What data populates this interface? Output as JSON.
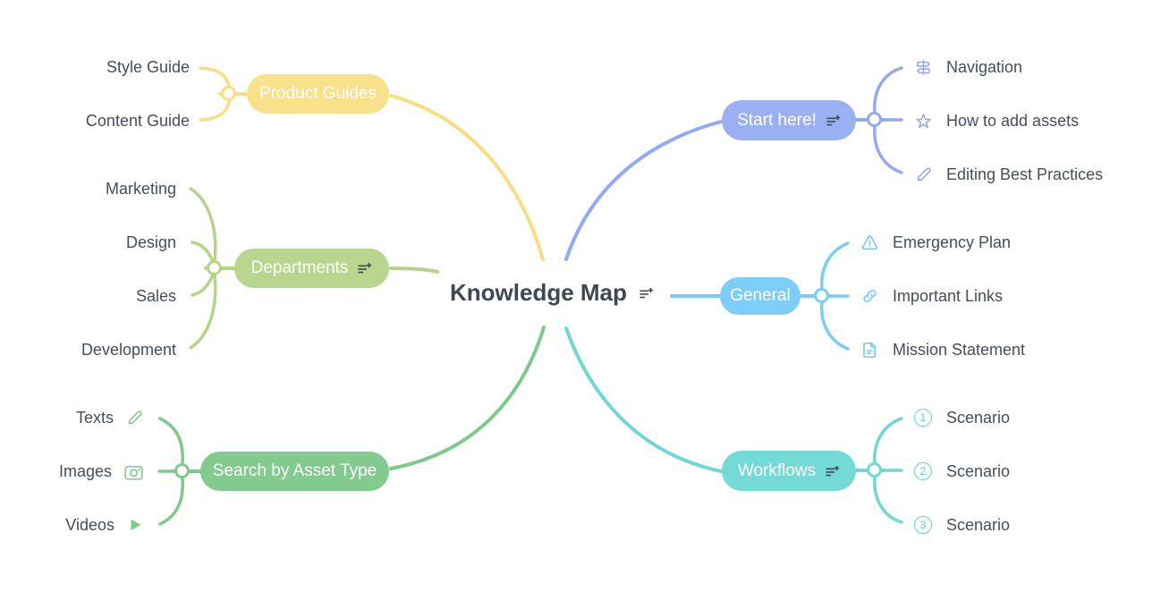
{
  "title": {
    "text": "Knowledge Map",
    "icon": "add-note-icon"
  },
  "colors": {
    "yellow": "#F9E18C",
    "olive_green": "#B8D68E",
    "green": "#83CA8E",
    "periwinkle": "#9BB0F2",
    "sky_blue": "#7CCDF8",
    "teal": "#74DAD5",
    "dark_text": "#3E4853",
    "label_text": "#454E59"
  },
  "branches": [
    {
      "label": "Product Guides",
      "color": "#F9E18C",
      "children": [
        {
          "label": "Style Guide"
        },
        {
          "label": "Content Guide"
        }
      ]
    },
    {
      "label": "Departments",
      "icon": "add-note-icon",
      "color": "#B8D68E",
      "children": [
        {
          "label": "Marketing"
        },
        {
          "label": "Design"
        },
        {
          "label": "Sales"
        },
        {
          "label": "Development"
        }
      ]
    },
    {
      "label": "Search by Asset Type",
      "color": "#83CA8E",
      "children": [
        {
          "label": "Texts",
          "icon": "pencil-icon"
        },
        {
          "label": "Images",
          "icon": "camera-icon"
        },
        {
          "label": "Videos",
          "icon": "play-icon"
        }
      ]
    },
    {
      "label": "Start here!",
      "icon": "add-note-icon",
      "color": "#9BB0F2",
      "children": [
        {
          "label": "Navigation",
          "icon": "signpost-icon"
        },
        {
          "label": "How to add assets",
          "icon": "star-icon"
        },
        {
          "label": "Editing Best Practices",
          "icon": "pencil-icon"
        }
      ]
    },
    {
      "label": "General",
      "color": "#7CCDF8",
      "children": [
        {
          "label": "Emergency Plan",
          "icon": "warning-icon"
        },
        {
          "label": "Important Links",
          "icon": "link-icon"
        },
        {
          "label": "Mission Statement",
          "icon": "document-icon"
        }
      ]
    },
    {
      "label": "Workflows",
      "icon": "add-note-icon",
      "color": "#74DAD5",
      "children": [
        {
          "label": "Scenario",
          "badge": "1"
        },
        {
          "label": "Scenario",
          "badge": "2"
        },
        {
          "label": "Scenario",
          "badge": "3"
        }
      ]
    }
  ]
}
